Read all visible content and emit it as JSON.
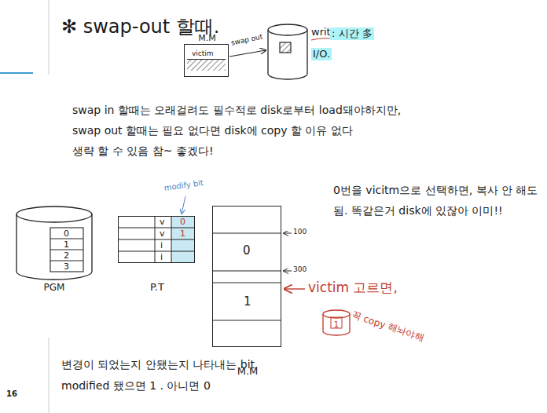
{
  "diagram": {
    "nodes": [
      {
        "text": [
          "M.M"
        ]
      },
      {
        "text": [
          "victim"
        ],
        "in": 0
      },
      {
        "text": [
          "PGM"
        ]
      },
      {
        "text": [
          "P.T"
        ]
      },
      {
        "text": [
          "M.M"
        ]
      },
      {
        "text": [
          "1"
        ]
      }
    ],
    "labels": [
      "✻ swap-out 할때.",
      "swap out",
      "write",
      ": 시간 多",
      "I/O.",
      "swap in 할때는 오래걸려도 필수적로 disk로부터 load돼야하지만,",
      "swap out 할때는 필요 없다면 disk에 copy 할 이유 없다",
      "생략 할 수 있음 참~ 좋겠다!",
      "0번을 vicitm으로 선택하면, 복사 안 해도 됨. 똑같은거 disk에 있잖아 이미!!",
      "modify bit",
      "v",
      "v",
      "i",
      "i",
      "0",
      "1",
      "0",
      "1",
      "2",
      "3",
      "0",
      "1",
      "100",
      "300",
      "victim 고르면,",
      "꼭 copy 해놔야해",
      "변경이 되었는지 안됐는지 나타내는 bit.",
      "modified 됐으면 1 . 아니면 0",
      "16"
    ]
  }
}
